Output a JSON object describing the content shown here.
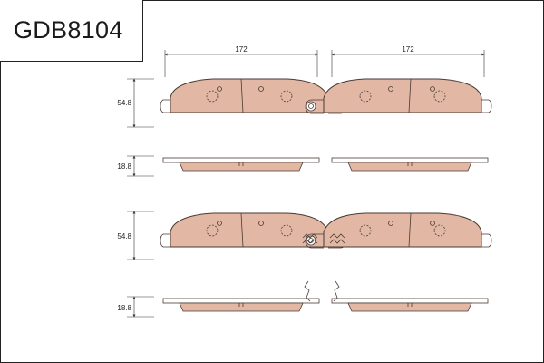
{
  "product": {
    "code": "GDB8104"
  },
  "dimensions": {
    "width_top_left": "172",
    "width_top_right": "172",
    "height_row1": "54.8",
    "thickness_row1": "18.8",
    "height_row2": "54.8",
    "thickness_row2": "18.8"
  },
  "colors": {
    "pad_fill": "#e2b8a4",
    "pad_outline": "#4a3a34",
    "dimension_line": "#333333",
    "frame": "#222222"
  }
}
